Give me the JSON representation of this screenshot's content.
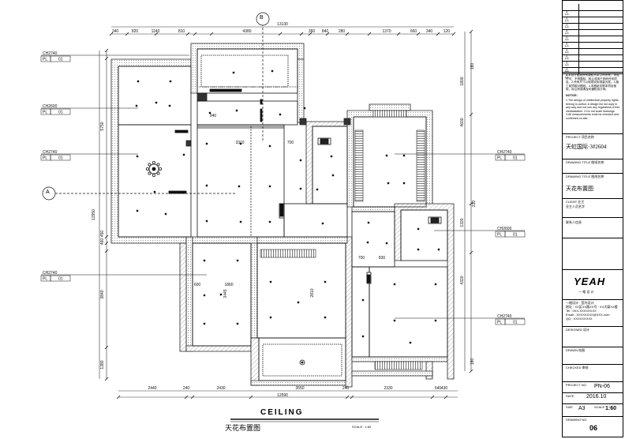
{
  "drawing": {
    "title_cn": "天花布置图",
    "title_en": "CEILING",
    "scale": "SCALE : 1:60",
    "axis_b": "B",
    "axis_a": "A"
  },
  "dimensions": {
    "top_total": "13130",
    "top_segments": [
      "340",
      "820",
      "1140",
      "810",
      "4380",
      "360",
      "840",
      "280",
      "1370",
      "660",
      "340",
      "120"
    ],
    "bottom_total": "12590",
    "bottom_segments": [
      "2440",
      "240",
      "2430",
      "3550",
      "240",
      "2330",
      "640"
    ],
    "bottom_right_extra": "430",
    "left_total": "12950",
    "left_segments": [
      "5750",
      "450",
      "460",
      "3840",
      "1380"
    ],
    "right_segments": [
      "1800",
      "4600",
      "1320",
      "4320"
    ],
    "interior": [
      "3310",
      "700",
      "940",
      "600",
      "1860",
      "3445",
      "2810",
      "700",
      "830",
      "230",
      "180",
      "180"
    ]
  },
  "ceiling_tags": [
    {
      "code": "CH2740",
      "sub": "PL 01"
    },
    {
      "code": "CH2600",
      "sub": "PL 01"
    },
    {
      "code": "CH2740",
      "sub": "PL 01"
    },
    {
      "code": "CH2740",
      "sub": "PL 01"
    },
    {
      "code": "CH2740",
      "sub": "PL 01"
    },
    {
      "code": "CH2600",
      "sub": "PL 01"
    },
    {
      "code": "CH2740",
      "sub": "PL 01"
    }
  ],
  "title_block": {
    "revisions": [
      "△",
      "△",
      "△",
      "△",
      "△",
      "△",
      "△",
      "△",
      "△",
      "△",
      "△"
    ],
    "notes_cn": "1.本设计图纸所有版权为本公司所有，未经许可，不得复制、转让或用于其他任何项目。2.所有尺寸以现场实际测量为准。3.施工前须核对图纸。4.本图纸仅限本项目使用，标注有误请及时通知设计师。",
    "notes_en_title": "NOTICE:",
    "notes_en": "1.The design of intellectual property rights belong to author. A design list not copy in any way and not use any regardless of this mediatization. 2.Do not scale drawings. 3.All measurements must be checked and confirmed on site.",
    "project_label": "PROJECT 项目名称",
    "project": "天虹国际·3#2604",
    "drawing_label": "DRAWING TITLE 图纸名称",
    "drawing_title": "天花布置图",
    "client_label": "CLIENT 业主",
    "client_lines": [
      "业主人员名字",
      "联系人信息"
    ],
    "company_logo": "YEAH",
    "company_sub": "一 格 设 计",
    "company_info": [
      "一格设计 · 室内设计",
      "地址 : XX区XX路XX号 · XX大厦XX楼",
      "Tel : 0XX-XXXXXXXX",
      "Email : XXXXXXXX@XXX.com",
      "QQ : XXXXXXXXX"
    ],
    "designer_label": "DESIGNED 设计",
    "drawn_label": "DRAWN 绘图",
    "checked_label": "CHECKED 审核",
    "proj_no_label": "PROJECT NO.",
    "proj_no": "PN-06",
    "date_label": "DATE",
    "date": "2016.10",
    "size_label": "SIZE",
    "size": "A3",
    "scale_label": "SCALE",
    "scale": "1:60",
    "sheet_label": "DRAWING NO.",
    "sheet_no": "06"
  }
}
